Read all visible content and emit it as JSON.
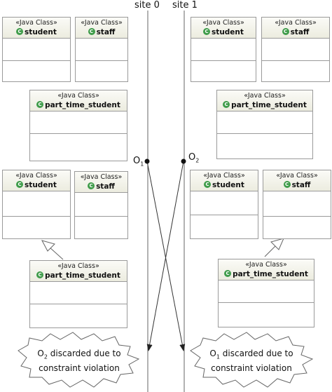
{
  "sites": {
    "left": "site 0",
    "right": "site 1"
  },
  "stereotype": "«Java Class»",
  "class_icon": "C",
  "classes": {
    "student": "student",
    "staff": "staff",
    "part_time_student": "part_time_student"
  },
  "operations": {
    "o1": {
      "letter": "O",
      "index": "1"
    },
    "o2": {
      "letter": "O",
      "index": "2"
    }
  },
  "messages": {
    "left": {
      "letter": "O",
      "index": "2",
      "text": "discarded due to",
      "line2": "constraint violation"
    },
    "right": {
      "letter": "O",
      "index": "1",
      "text": "discarded due to",
      "line2": "constraint violation"
    }
  },
  "colors": {
    "class_icon": "#3f9c4a",
    "border": "#9a9a9a",
    "line": "#555555"
  }
}
